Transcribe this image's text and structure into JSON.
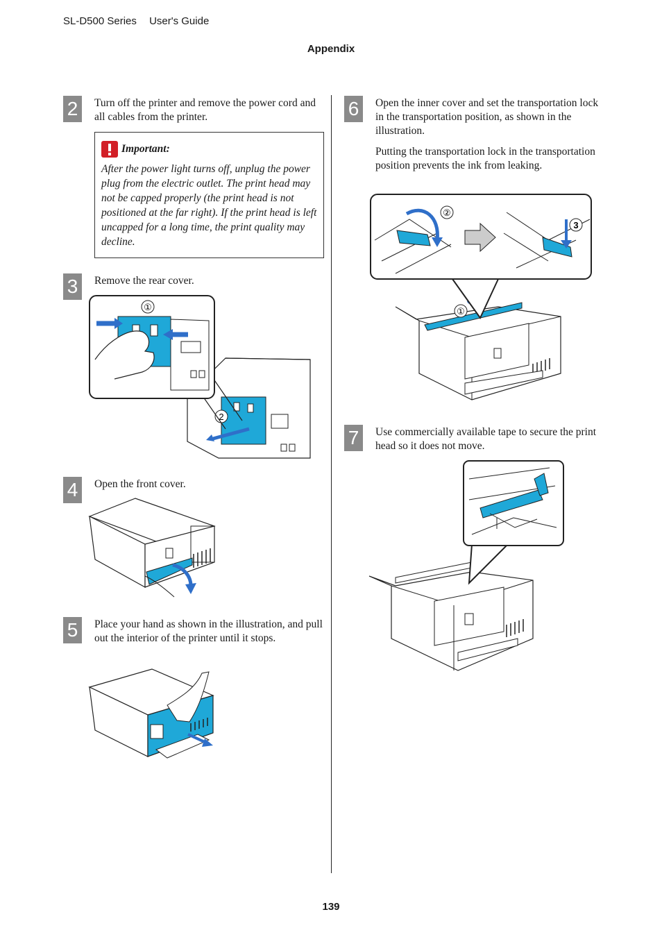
{
  "header": {
    "series": "SL-D500 Series",
    "guide": "User's Guide"
  },
  "section_title": "Appendix",
  "page_number": "139",
  "steps": {
    "s2": {
      "num": "2",
      "text": "Turn off the printer and remove the power cord and all cables from the printer."
    },
    "s3": {
      "num": "3",
      "text": "Remove the rear cover."
    },
    "s4": {
      "num": "4",
      "text": "Open the front cover."
    },
    "s5": {
      "num": "5",
      "text": "Place your hand as shown in the illustration, and pull out the interior of the printer until it stops."
    },
    "s6": {
      "num": "6",
      "text": "Open the inner cover and set the transportation lock in the transportation position, as shown in the illustration.",
      "text2": "Putting the transportation lock in the transportation position prevents the ink from leaking."
    },
    "s7": {
      "num": "7",
      "text": "Use commercially available tape to secure the print head so it does not move."
    }
  },
  "important": {
    "title": "Important:",
    "body": "After the power light turns off, unplug the power plug from the electric outlet. The print head may not be capped properly (the print head is not positioned at the far right). If the print head is left uncapped for a long time, the print quality may decline."
  },
  "callouts": {
    "one": "①",
    "two": "②",
    "three": "3",
    "two_b": "2"
  },
  "colors": {
    "accent": "#1fa8d8",
    "arrow": "#2f6fc9",
    "alert": "#d21f27",
    "step": "#8a8a8a"
  }
}
